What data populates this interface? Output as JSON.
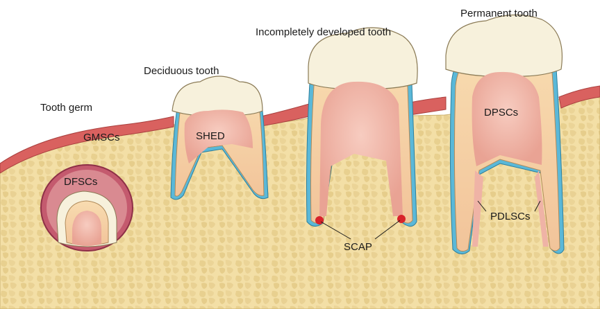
{
  "titles": {
    "tooth_germ": "Tooth germ",
    "deciduous": "Deciduous tooth",
    "incomplete": "Incompletely developed tooth",
    "permanent": "Permanent tooth"
  },
  "labels": {
    "gmscs": "GMSCs",
    "dfscs": "DFSCs",
    "shed": "SHED",
    "scap": "SCAP",
    "dpscs": "DPSCs",
    "pdlscs": "PDLSCs"
  },
  "colors": {
    "bone": "#f3dfa6",
    "bone_cell": "#e7cf8f",
    "gingiva": "#d9615f",
    "enamel": "#f7f1dc",
    "dentin": "#f6d3a8",
    "pulp": "#efb3a6",
    "pdl": "#5ab8d8",
    "follicle": "#c45a6e"
  }
}
